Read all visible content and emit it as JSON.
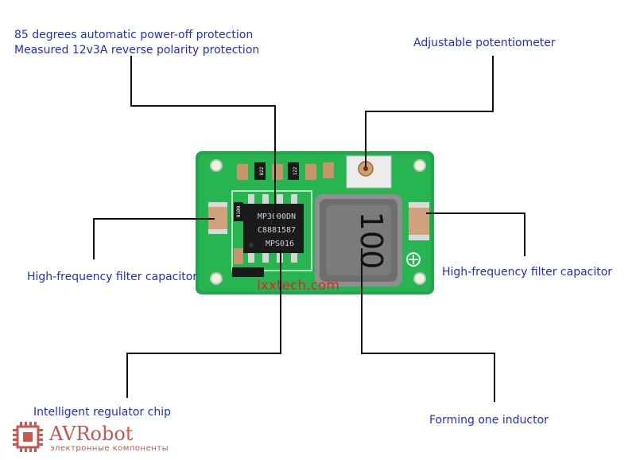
{
  "labels": {
    "protection_line1": "85 degrees automatic power-off protection",
    "protection_line2": "Measured 12v3A reverse polarity protection",
    "potentiometer": "Adjustable potentiometer",
    "cap_left": "High-frequency filter capacitor",
    "cap_right": "High-frequency filter capacitor",
    "chip": "Intelligent regulator chip",
    "inductor": "Forming one inductor"
  },
  "board": {
    "chip_marking_1": "MP3000DN",
    "chip_marking_2": "C8881587",
    "chip_marking_3": "MPS016",
    "inductor_marking": "100",
    "resistor_1": "822",
    "resistor_2": "122",
    "cap_code": "0100",
    "site_url": "lxxtech.com"
  },
  "watermark": {
    "brand": "AVRobot",
    "tagline": "электронные компоненты"
  },
  "colors": {
    "label": "#1f2ed6",
    "board": "#1fa64a",
    "url": "#e8202a"
  }
}
